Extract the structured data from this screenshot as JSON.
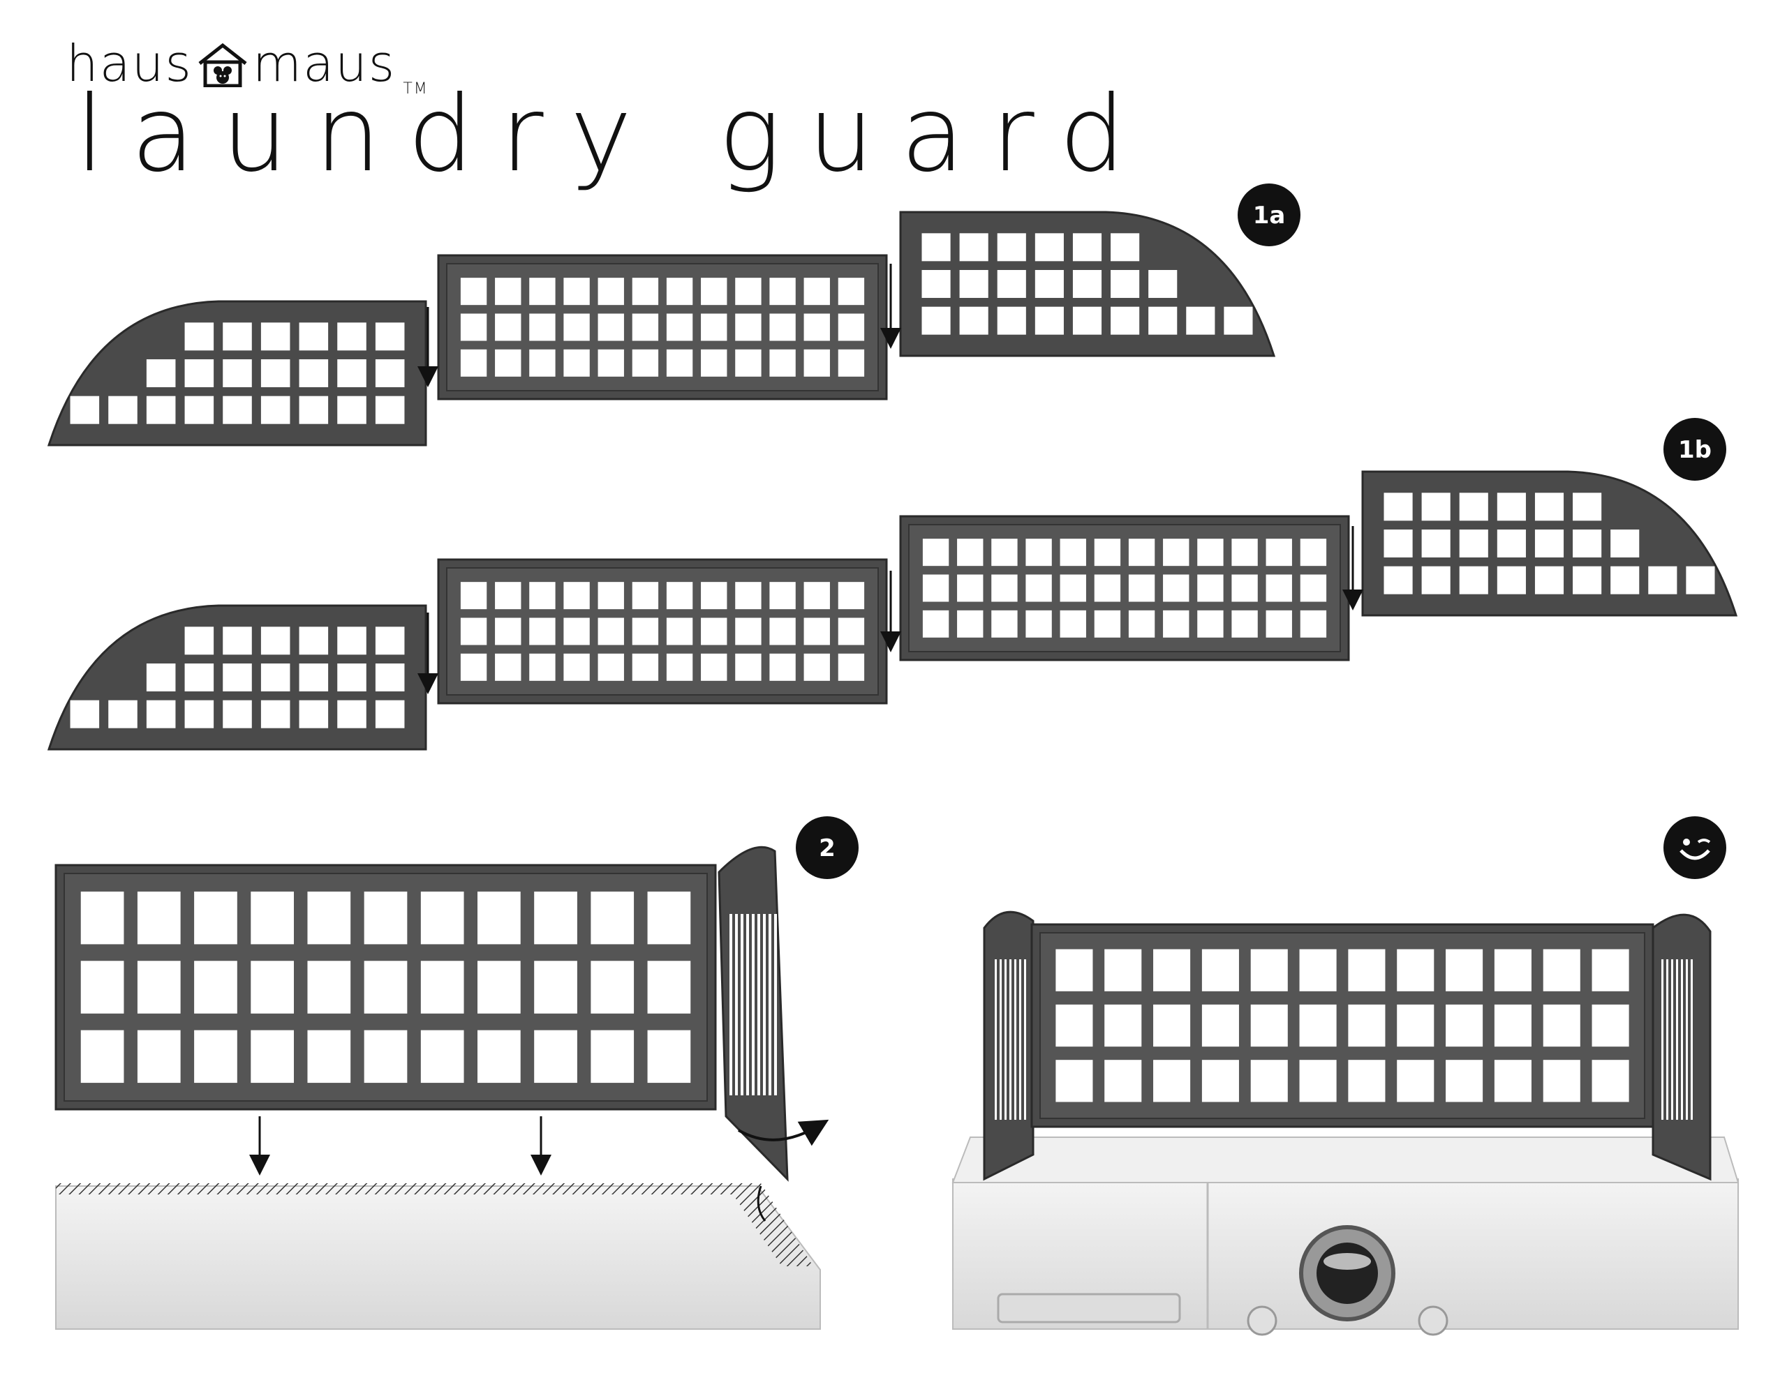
{
  "brand": {
    "name_left": "haus",
    "name_right": "maus",
    "trademark": "TM",
    "house_icon": "house-with-mouse-icon"
  },
  "product_title": "laundry guard",
  "steps": [
    {
      "id": "1a",
      "label": "1a"
    },
    {
      "id": "1b",
      "label": "1b"
    },
    {
      "id": "2",
      "label": "2"
    },
    {
      "id": "done",
      "label": "",
      "icon": "winking-smiley-icon"
    }
  ],
  "colors": {
    "panel": "#4a4a4a",
    "panel_dark": "#3a3a3a",
    "badge": "#111111",
    "appliance": "#e6e6e6"
  }
}
